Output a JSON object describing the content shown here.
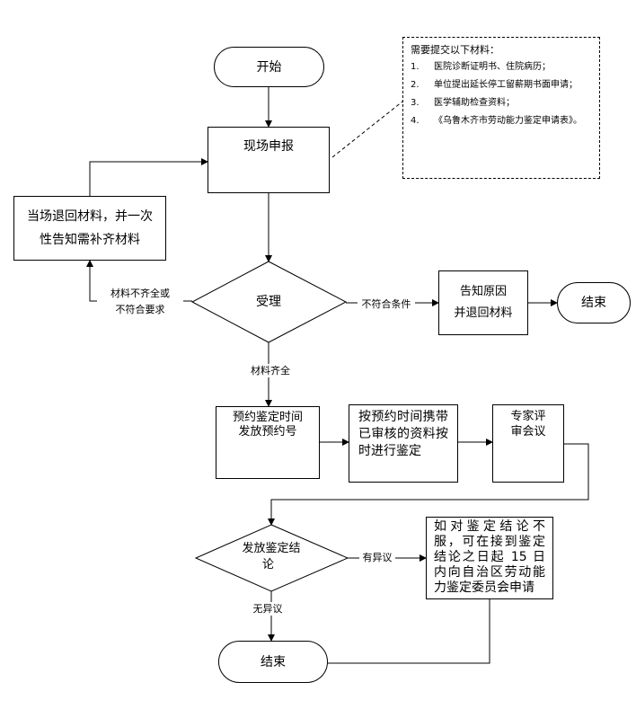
{
  "nodes": {
    "start": "开始",
    "report": "现场申报",
    "return_materials": "当场退回材料，并一次性告知需补齐材料",
    "accept": "受理",
    "notify_return_1": "告知原因",
    "notify_return_2": "并退回材料",
    "end_top": "结束",
    "appointment_1": "预约鉴定时间",
    "appointment_2": "发放预约号",
    "bring_materials": "按预约时间携带已审核的资料按时进行鉴定",
    "expert_review_1": "专家评",
    "expert_review_2": "审会议",
    "conclusion_1": "发放鉴定结",
    "conclusion_2": "论",
    "objection_note": "如对鉴定结论不服，可在接到鉴定结论之日起 15 日内向自治区劳动能力鉴定委员会申请",
    "end_bottom": "结束"
  },
  "edge_labels": {
    "incomplete_1": "材料不齐全或",
    "incomplete_2": "不符合要求",
    "not_qualified": "不符合条件",
    "complete": "材料齐全",
    "has_objection": "有异议",
    "no_objection": "无异议"
  },
  "materials_note": {
    "title": "需要提交以下材料：",
    "items": [
      {
        "num": "1.",
        "text": "医院诊断证明书、住院病历；"
      },
      {
        "num": "2.",
        "text": "单位提出延长停工留薪期书面申请；"
      },
      {
        "num": "3.",
        "text": "医学辅助检查资料；"
      },
      {
        "num": "4.",
        "text": "《乌鲁木齐市劳动能力鉴定申请表》。"
      }
    ]
  }
}
